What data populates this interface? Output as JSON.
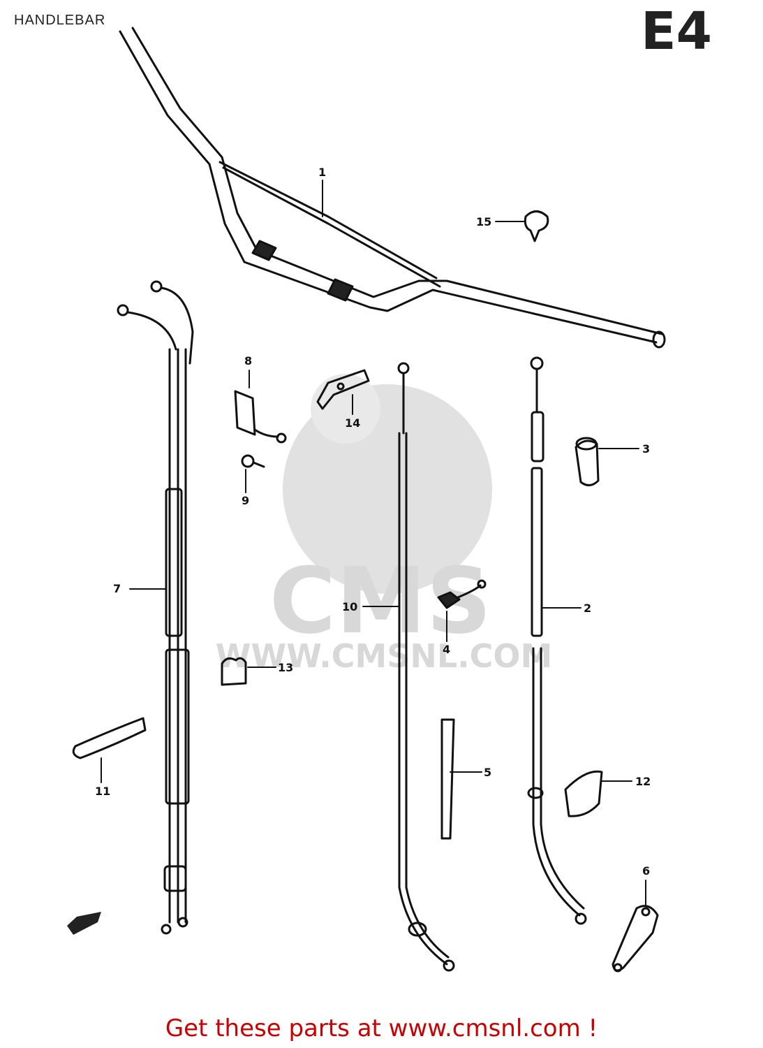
{
  "title": "HANDLEBAR",
  "section_code": "E4",
  "watermark": {
    "brand": "CMS",
    "url": "WWW.CMSNL.COM"
  },
  "footer": {
    "cta": "Get these parts at www.cmsnl.com !"
  },
  "colors": {
    "cta": "#cc0000",
    "ink": "#111111",
    "watermark": "#d9d9d9"
  },
  "callouts": [
    {
      "id": "1",
      "label": "1",
      "part": "handlebar"
    },
    {
      "id": "2",
      "label": "2",
      "part": "cable"
    },
    {
      "id": "3",
      "label": "3",
      "part": "grip"
    },
    {
      "id": "4",
      "label": "4",
      "part": "clip"
    },
    {
      "id": "5",
      "label": "5",
      "part": "strap"
    },
    {
      "id": "6",
      "label": "6",
      "part": "lever"
    },
    {
      "id": "7",
      "label": "7",
      "part": "throttle-cable"
    },
    {
      "id": "8",
      "label": "8",
      "part": "plate"
    },
    {
      "id": "9",
      "label": "9",
      "part": "screw"
    },
    {
      "id": "10",
      "label": "10",
      "part": "cable"
    },
    {
      "id": "11",
      "label": "11",
      "part": "grip"
    },
    {
      "id": "12",
      "label": "12",
      "part": "guide"
    },
    {
      "id": "13",
      "label": "13",
      "part": "clip"
    },
    {
      "id": "14",
      "label": "14",
      "part": "bracket"
    },
    {
      "id": "15",
      "label": "15",
      "part": "cap"
    }
  ]
}
